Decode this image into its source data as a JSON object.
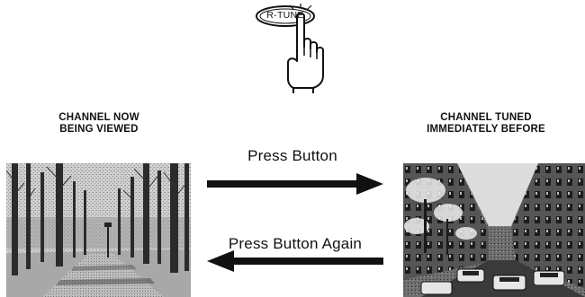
{
  "button": {
    "label": "R-TUNE"
  },
  "captions": {
    "current_line1": "CHANNEL NOW",
    "current_line2": "BEING VIEWED",
    "previous_line1": "CHANNEL TUNED",
    "previous_line2": "IMMEDIATELY BEFORE"
  },
  "arrows": {
    "forward_label": "Press Button",
    "back_label": "Press Button Again"
  },
  "icons": {
    "hand": "pointing-hand-icon",
    "button": "remote-button-icon"
  },
  "colors": {
    "ink": "#111111",
    "background": "#ffffff"
  }
}
